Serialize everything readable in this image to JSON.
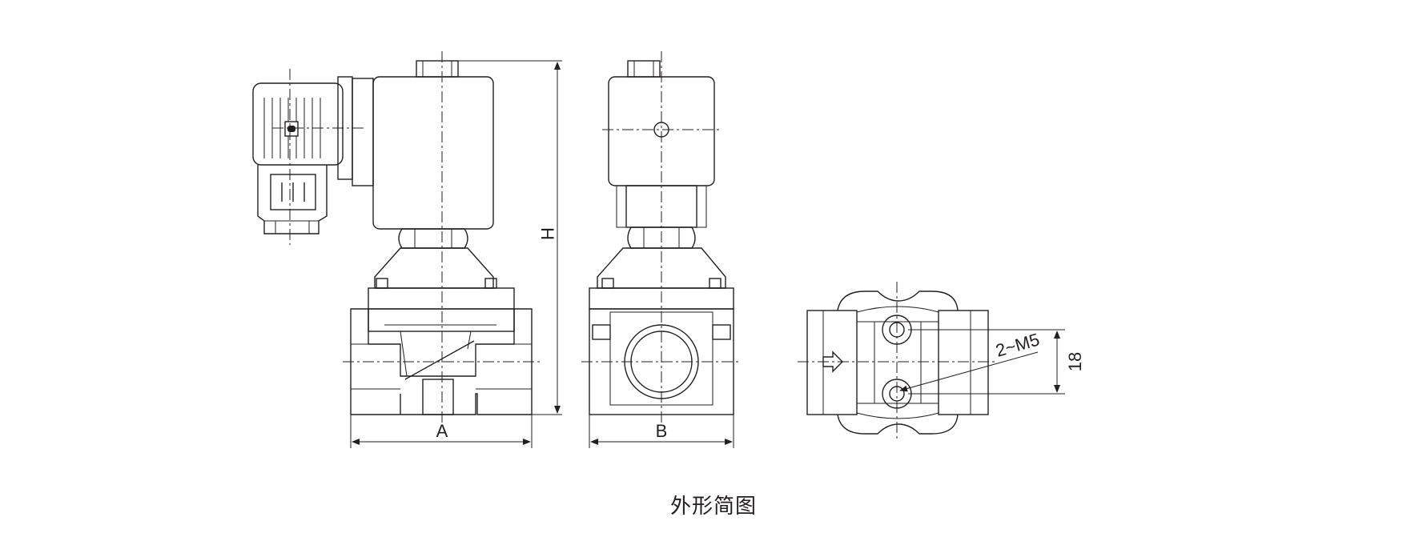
{
  "caption": "外形简图",
  "dimensions": {
    "width_label_side": "A",
    "width_label_front": "B",
    "height_label": "H",
    "hole_spacing": "18",
    "thread_callout": "2~M5"
  },
  "colors": {
    "line": "#231f20",
    "background": "#ffffff"
  },
  "icons": {
    "flow_arrow": "flow-direction-arrow-icon"
  }
}
